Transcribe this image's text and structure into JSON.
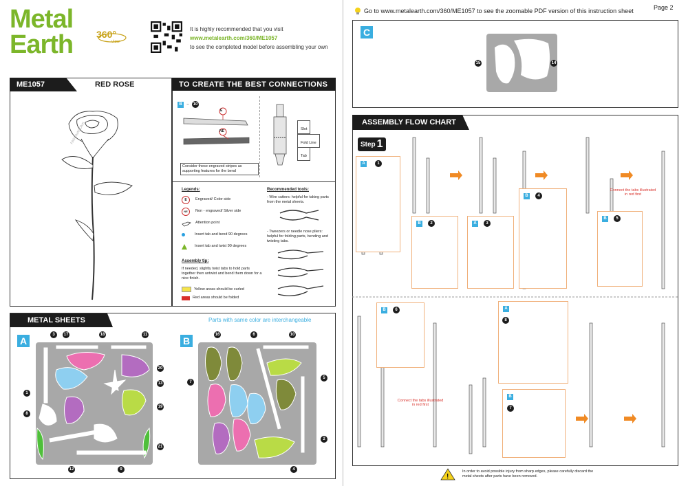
{
  "brand": {
    "line1": "Metal",
    "line2": "Earth",
    "view360_big": "360°",
    "view360_small": "view"
  },
  "qr": {
    "line1": "It is highly recommended that you visit",
    "url": "www.metalearth.com/360/ME1057",
    "line3": "to see the completed model before assembling your own"
  },
  "model": {
    "code": "ME1057",
    "name": "RED ROSE"
  },
  "connections": {
    "title": "TO CREATE THE BEST CONNECTIONS",
    "step_ref_letter": "B",
    "step_ref_num": "10",
    "badge_e": "E",
    "badge_ne": "NE",
    "slot": "Slot",
    "fold_line": "Fold Line",
    "tab": "Tab",
    "note": "Consider these engraved stripes as supporting features for the bend"
  },
  "legends": {
    "title": "Legends:",
    "items": [
      {
        "icon": "E",
        "text": "Engraved/ Color side"
      },
      {
        "icon": "NE",
        "text": "Non - engraved/ Silver side"
      },
      {
        "icon": "hand",
        "text": "Attention point"
      },
      {
        "icon": "dot",
        "text": "Insert tab and bend 90 degrees"
      },
      {
        "icon": "triangle",
        "text": "Insert tab and twist 90 degrees"
      }
    ],
    "tip_title": "Assembly tip:",
    "tip_text": "If needed, slightly twist tabs to hold parts together then untwist and bend them down for a nice finish.",
    "yellow": "Yellow areas should be curled",
    "red": "Red areas should be folded"
  },
  "tools": {
    "title": "Recommended tools:",
    "t1": "- Wire cutters: helpful for taking parts from the metal sheets.",
    "t2": "- Tweezers or needle nose pliers: helpful for folding parts, bending and twisting tabs."
  },
  "sheets": {
    "title": "METAL SHEETS",
    "note": "Parts with same color are interchangeable",
    "a_letter": "A",
    "b_letter": "B",
    "a_labels": {
      "n3": "3",
      "n17": "17",
      "n18": "18",
      "n11": "11",
      "n20": "20",
      "n13": "13",
      "n1": "1",
      "n8": "8",
      "n19": "19",
      "n21": "21",
      "n12": "12",
      "n9": "9"
    },
    "b_labels": {
      "n16": "16",
      "n6": "6",
      "n10": "10",
      "n7": "7",
      "n5": "5",
      "n2": "2",
      "n4": "4"
    }
  },
  "page2": {
    "hint": "Go to www.metalearth.com/360/ME1057 to see the zoomable PDF version of this instruction sheet",
    "page": "Page 2",
    "c_letter": "C",
    "c15": "15",
    "c14": "14",
    "flow_title": "ASSEMBLY FLOW CHART",
    "step_word": "Step",
    "step_num": "1",
    "connect_note": "Connect the tabs illustrated in red first",
    "steps": [
      {
        "letter": "A",
        "num": "1"
      },
      {
        "letter": "B",
        "num": "2"
      },
      {
        "letter": "A",
        "num": "3"
      },
      {
        "letter": "B",
        "num": "4"
      },
      {
        "letter": "B",
        "num": "5"
      },
      {
        "letter": "B",
        "num": "6"
      },
      {
        "letter": "A",
        "num": "8"
      },
      {
        "letter": "B",
        "num": "7"
      }
    ],
    "warning": "In order to avoid possible injury from sharp edges, please carefully discard the metal sheets after parts have been removed."
  },
  "watermark": "FASCINATIONS",
  "colors": {
    "brand_green": "#7cb62a",
    "accent_blue": "#3aaee0",
    "arrow_orange": "#f08a24",
    "part_pink": "#ec6fb0",
    "part_purple": "#b36cc0",
    "part_lightblue": "#8ecff0",
    "part_olive": "#7f8a3a",
    "part_lime": "#b9db46",
    "part_green": "#4fbf3a",
    "red_fold": "#d9312b",
    "yellow_curl": "#f5e44a"
  }
}
